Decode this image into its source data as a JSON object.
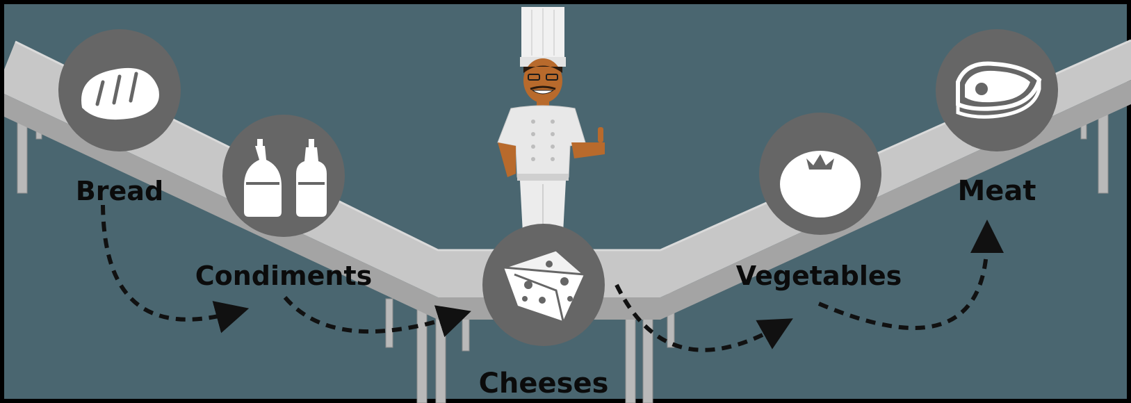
{
  "diagram": {
    "stations": [
      {
        "id": "bread",
        "label": "Bread",
        "icon": "bread-icon"
      },
      {
        "id": "condiments",
        "label": "Condiments",
        "icon": "condiment-bottles-icon"
      },
      {
        "id": "cheeses",
        "label": "Cheeses",
        "icon": "cheese-icon"
      },
      {
        "id": "vegetables",
        "label": "Vegetables",
        "icon": "tomato-icon"
      },
      {
        "id": "meat",
        "label": "Meat",
        "icon": "steak-icon"
      }
    ],
    "character": "chef",
    "colors": {
      "background": "#4a6670",
      "conveyor": "#c7c7c7",
      "conveyor_edge": "#9d9d9d",
      "circle": "#666666",
      "icon": "#ffffff",
      "arrow": "#111111",
      "skin": "#b86a2c"
    }
  }
}
